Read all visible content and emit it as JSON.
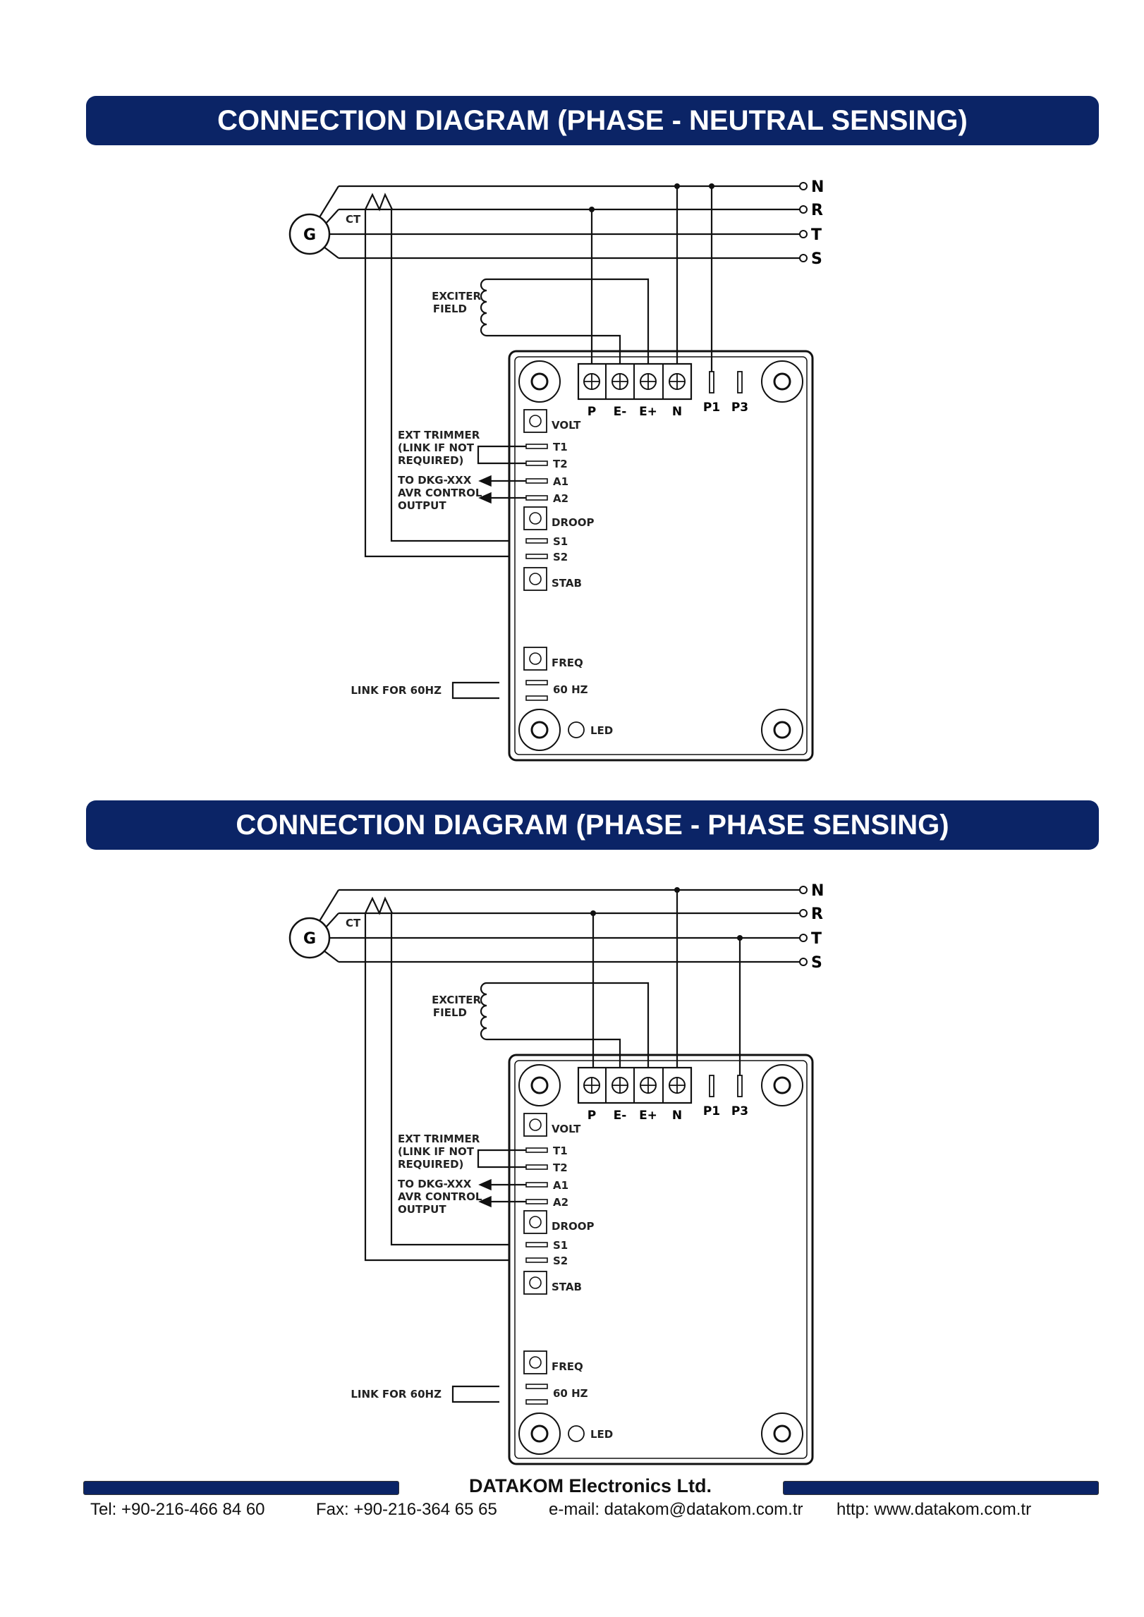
{
  "sections": [
    {
      "title": "CONNECTION DIAGRAM (PHASE - NEUTRAL SENSING)",
      "variant": "phase-neutral"
    },
    {
      "title": "CONNECTION DIAGRAM (PHASE - PHASE SENSING)",
      "variant": "phase-phase"
    }
  ],
  "labels": {
    "generator": "G",
    "ct": "CT",
    "lines": [
      "N",
      "R",
      "T",
      "S"
    ],
    "exciter": [
      "EXCITER",
      "FIELD"
    ],
    "top_terminals": [
      "P",
      "E-",
      "E+",
      "N"
    ],
    "p_terminals": [
      "P1",
      "P3"
    ],
    "volt": "VOLT",
    "ext_trimmer": [
      "EXT TRIMMER",
      "(LINK IF NOT",
      "REQUIRED)"
    ],
    "t_terminals": [
      "T1",
      "T2"
    ],
    "dkg": [
      "TO DKG-XXX",
      "AVR CONTROL",
      "OUTPUT"
    ],
    "a_terminals": [
      "A1",
      "A2"
    ],
    "droop": "DROOP",
    "s_terminals": [
      "S1",
      "S2"
    ],
    "stab": "STAB",
    "freq": "FREQ",
    "link_60hz": "LINK FOR 60HZ",
    "hz60": "60 HZ",
    "led": "LED"
  },
  "footer": {
    "company": "DATAKOM Electronics Ltd.",
    "tel": "Tel: +90-216-466 84 60",
    "fax": "Fax: +90-216-364 65 65",
    "email": "e-mail: datakom@datakom.com.tr",
    "web": "http: www.datakom.com.tr"
  },
  "colors": {
    "banner": "#0b2466",
    "line": "#111111"
  }
}
